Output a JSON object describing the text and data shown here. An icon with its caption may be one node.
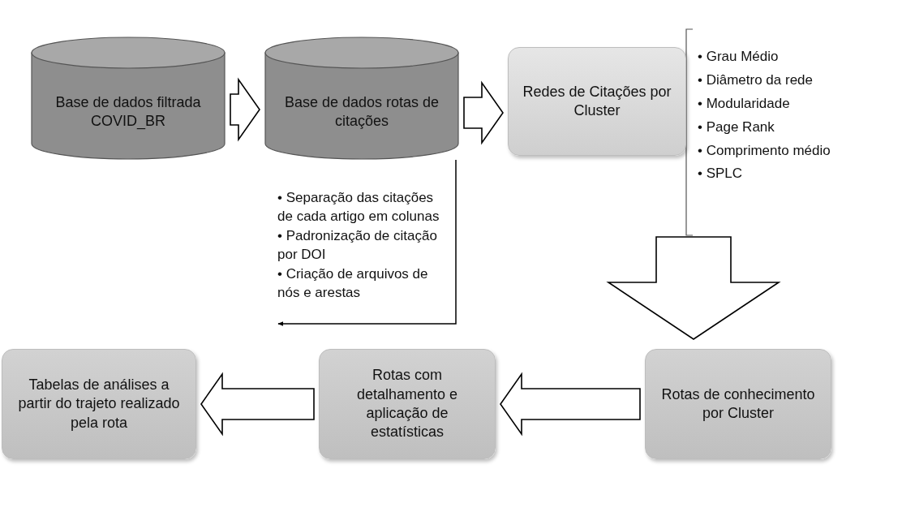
{
  "diagram": {
    "nodes": [
      {
        "text": [
          "Base de dados filtrada COVID_BR"
        ]
      },
      {
        "text": [
          "Base de dados rotas de citações"
        ]
      },
      {
        "text": [
          "Redes de Citações por Cluster"
        ]
      },
      {
        "text": [
          "Rotas de conhecimento por Cluster"
        ]
      },
      {
        "text": [
          "Rotas com detalhamento e aplicação de estatísticas"
        ]
      },
      {
        "text": [
          "Tabelas de análises a partir do trajeto realizado pela rota"
        ]
      }
    ],
    "edges": [
      {
        "from": 0,
        "to": 1,
        "arrow": "to",
        "style": "thick"
      },
      {
        "from": 1,
        "to": 2,
        "arrow": "to",
        "style": "thick"
      },
      {
        "from": 2,
        "to": 3,
        "arrow": "to",
        "style": "thick"
      },
      {
        "from": 3,
        "to": 4,
        "arrow": "to",
        "style": "thick"
      },
      {
        "from": 4,
        "to": 5,
        "arrow": "to",
        "style": "thick"
      },
      {
        "from": 1,
        "to": null,
        "arrow": "to"
      }
    ],
    "labels": [
      "• Separação das citações de cada artigo em colunas",
      "• Padronização de citação por DOI",
      "• Criação de arquivos de nós e arestas",
      "• Grau Médio",
      "• Diâmetro da rede",
      "• Modularidade",
      "• Page Rank",
      "• Comprimento médio",
      "• SPLC"
    ]
  }
}
